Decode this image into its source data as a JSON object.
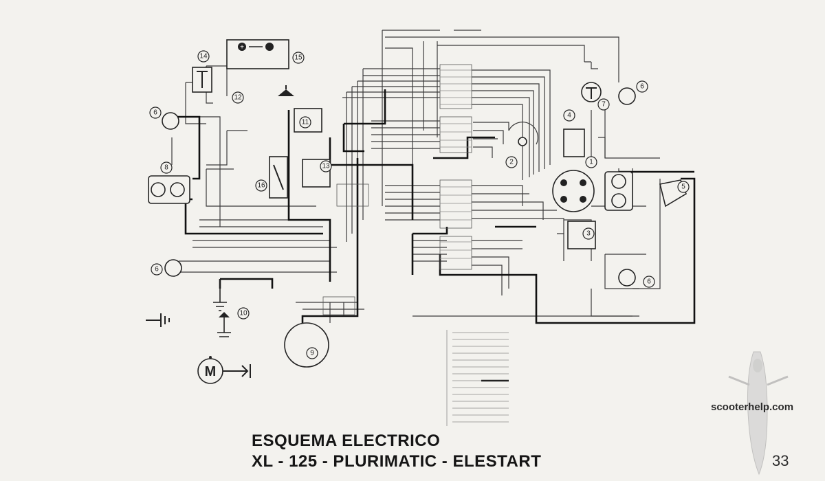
{
  "title": {
    "line1": "ESQUEMA ELECTRICO",
    "line2": "XL - 125 - PLURIMATIC - ELESTART"
  },
  "watermark": {
    "site": "scooterhelp.com",
    "logo_icon": "scooter-silhouette-icon"
  },
  "page_number": "33",
  "motor_label": "M",
  "component_numbers": [
    "1",
    "2",
    "3",
    "4",
    "5",
    "6",
    "6",
    "6",
    "6",
    "7",
    "8",
    "9",
    "10",
    "11",
    "12",
    "13",
    "14",
    "15",
    "16"
  ],
  "colors": {
    "paper": "#f3f2ee",
    "ink": "#222222"
  }
}
